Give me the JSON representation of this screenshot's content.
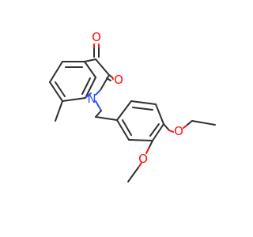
{
  "molecule": {
    "atoms": {
      "oxygen_ketone": {
        "symbol": "O",
        "color": "#ff0d0d"
      },
      "oxygen_amide": {
        "symbol": "O",
        "color": "#ff0d0d"
      },
      "nitrogen": {
        "symbol": "N",
        "color": "#3050f8"
      },
      "oxygen_ethoxy": {
        "symbol": "O",
        "color": "#ff0d0d"
      },
      "oxygen_methoxy": {
        "symbol": "O",
        "color": "#ff0d0d"
      }
    },
    "bond_color": "#303030"
  }
}
